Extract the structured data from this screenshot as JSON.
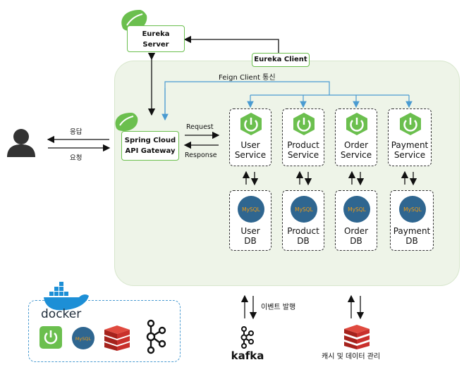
{
  "eureka_server": {
    "line1": "Eureka",
    "line2": "Server"
  },
  "eureka_client": "Eureka Client",
  "feign_label": "Feign Client 통신",
  "gateway": {
    "line1": "Spring Cloud",
    "line2": "API Gateway"
  },
  "user_arrows": {
    "response": "응답",
    "request": "요청"
  },
  "gateway_arrows": {
    "request": "Request",
    "response": "Response"
  },
  "services": [
    {
      "line1": "User",
      "line2": "Service"
    },
    {
      "line1": "Product",
      "line2": "Service"
    },
    {
      "line1": "Order",
      "line2": "Service"
    },
    {
      "line1": "Payment",
      "line2": "Service"
    }
  ],
  "databases": [
    {
      "line1": "User",
      "line2": "DB"
    },
    {
      "line1": "Product",
      "line2": "DB"
    },
    {
      "line1": "Order",
      "line2": "DB"
    },
    {
      "line1": "Payment",
      "line2": "DB"
    }
  ],
  "mysql_logo": "MySQL",
  "docker_logo": "docker",
  "kafka_logo": "kafka",
  "event_label": "이벤트 발행",
  "redis_label": "캐시 및 데이터 관리",
  "colors": {
    "spring_green": "#6bbf4e",
    "feign_blue": "#4a9bd1",
    "cluster_bg": "#eef4e8",
    "redis_red": "#c9302c",
    "docker_blue": "#1d8fd6"
  }
}
